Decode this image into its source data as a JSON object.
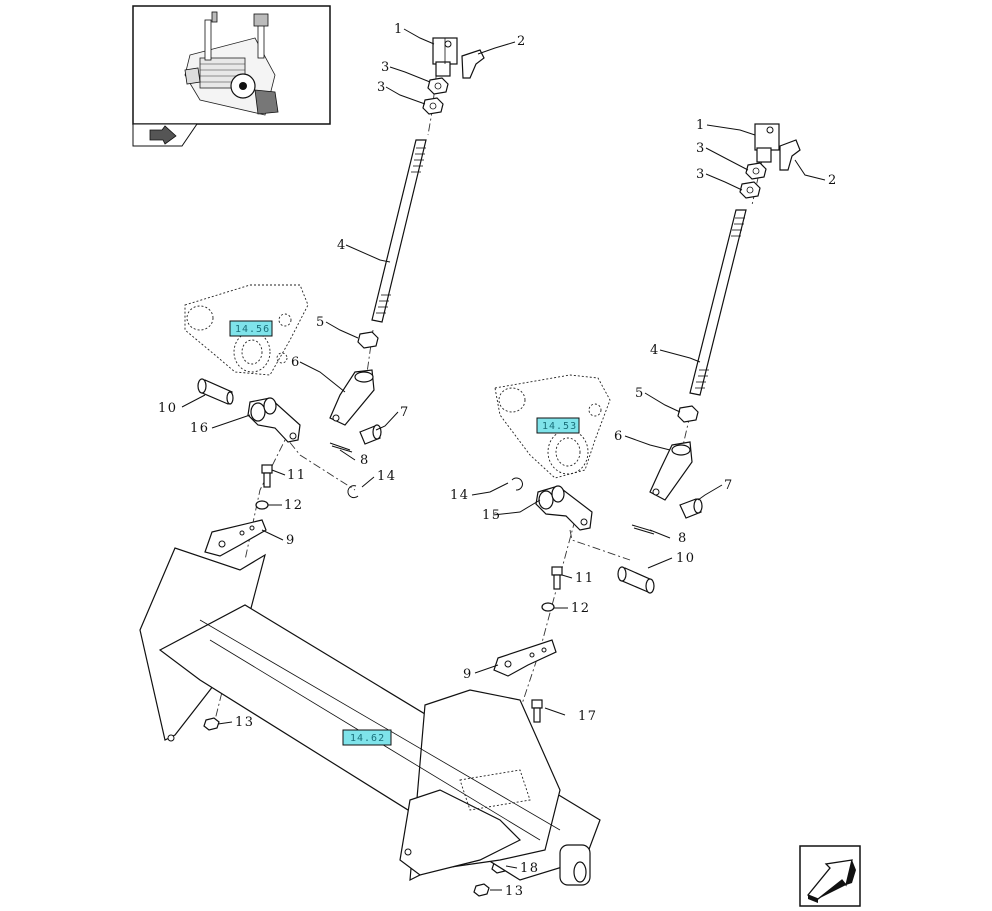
{
  "diagram": {
    "callouts": [
      {
        "id": "c1a",
        "label": "1"
      },
      {
        "id": "c2a",
        "label": "2"
      },
      {
        "id": "c3a",
        "label": "3"
      },
      {
        "id": "c3b",
        "label": "3"
      },
      {
        "id": "c4a",
        "label": "4"
      },
      {
        "id": "c5a",
        "label": "5"
      },
      {
        "id": "c6a",
        "label": "6"
      },
      {
        "id": "c7a",
        "label": "7"
      },
      {
        "id": "c8a",
        "label": "8"
      },
      {
        "id": "c10a",
        "label": "10"
      },
      {
        "id": "c16",
        "label": "16"
      },
      {
        "id": "c11a",
        "label": "11"
      },
      {
        "id": "c12a",
        "label": "12"
      },
      {
        "id": "c14a",
        "label": "14"
      },
      {
        "id": "c9a",
        "label": "9"
      },
      {
        "id": "c13a",
        "label": "13"
      },
      {
        "id": "c1b",
        "label": "1"
      },
      {
        "id": "c2b",
        "label": "2"
      },
      {
        "id": "c3c",
        "label": "3"
      },
      {
        "id": "c3d",
        "label": "3"
      },
      {
        "id": "c4b",
        "label": "4"
      },
      {
        "id": "c5b",
        "label": "5"
      },
      {
        "id": "c6b",
        "label": "6"
      },
      {
        "id": "c7b",
        "label": "7"
      },
      {
        "id": "c8b",
        "label": "8"
      },
      {
        "id": "c10b",
        "label": "10"
      },
      {
        "id": "c14b",
        "label": "14"
      },
      {
        "id": "c15",
        "label": "15"
      },
      {
        "id": "c11b",
        "label": "11"
      },
      {
        "id": "c12b",
        "label": "12"
      },
      {
        "id": "c9b",
        "label": "9"
      },
      {
        "id": "c17",
        "label": "17"
      },
      {
        "id": "c18",
        "label": "18"
      },
      {
        "id": "c13b",
        "label": "13"
      }
    ],
    "section_refs": [
      {
        "id": "r1",
        "label": "14.56"
      },
      {
        "id": "r2",
        "label": "14.53"
      },
      {
        "id": "r3",
        "label": "14.62"
      }
    ],
    "icons": {
      "thumbnail": "machine-overview-thumbnail",
      "back_nav": "back-arrow-icon",
      "next_nav": "next-page-arrow-icon"
    },
    "colors": {
      "ref_highlight": "#7fe3ea",
      "line": "#111111",
      "background": "#ffffff"
    }
  }
}
